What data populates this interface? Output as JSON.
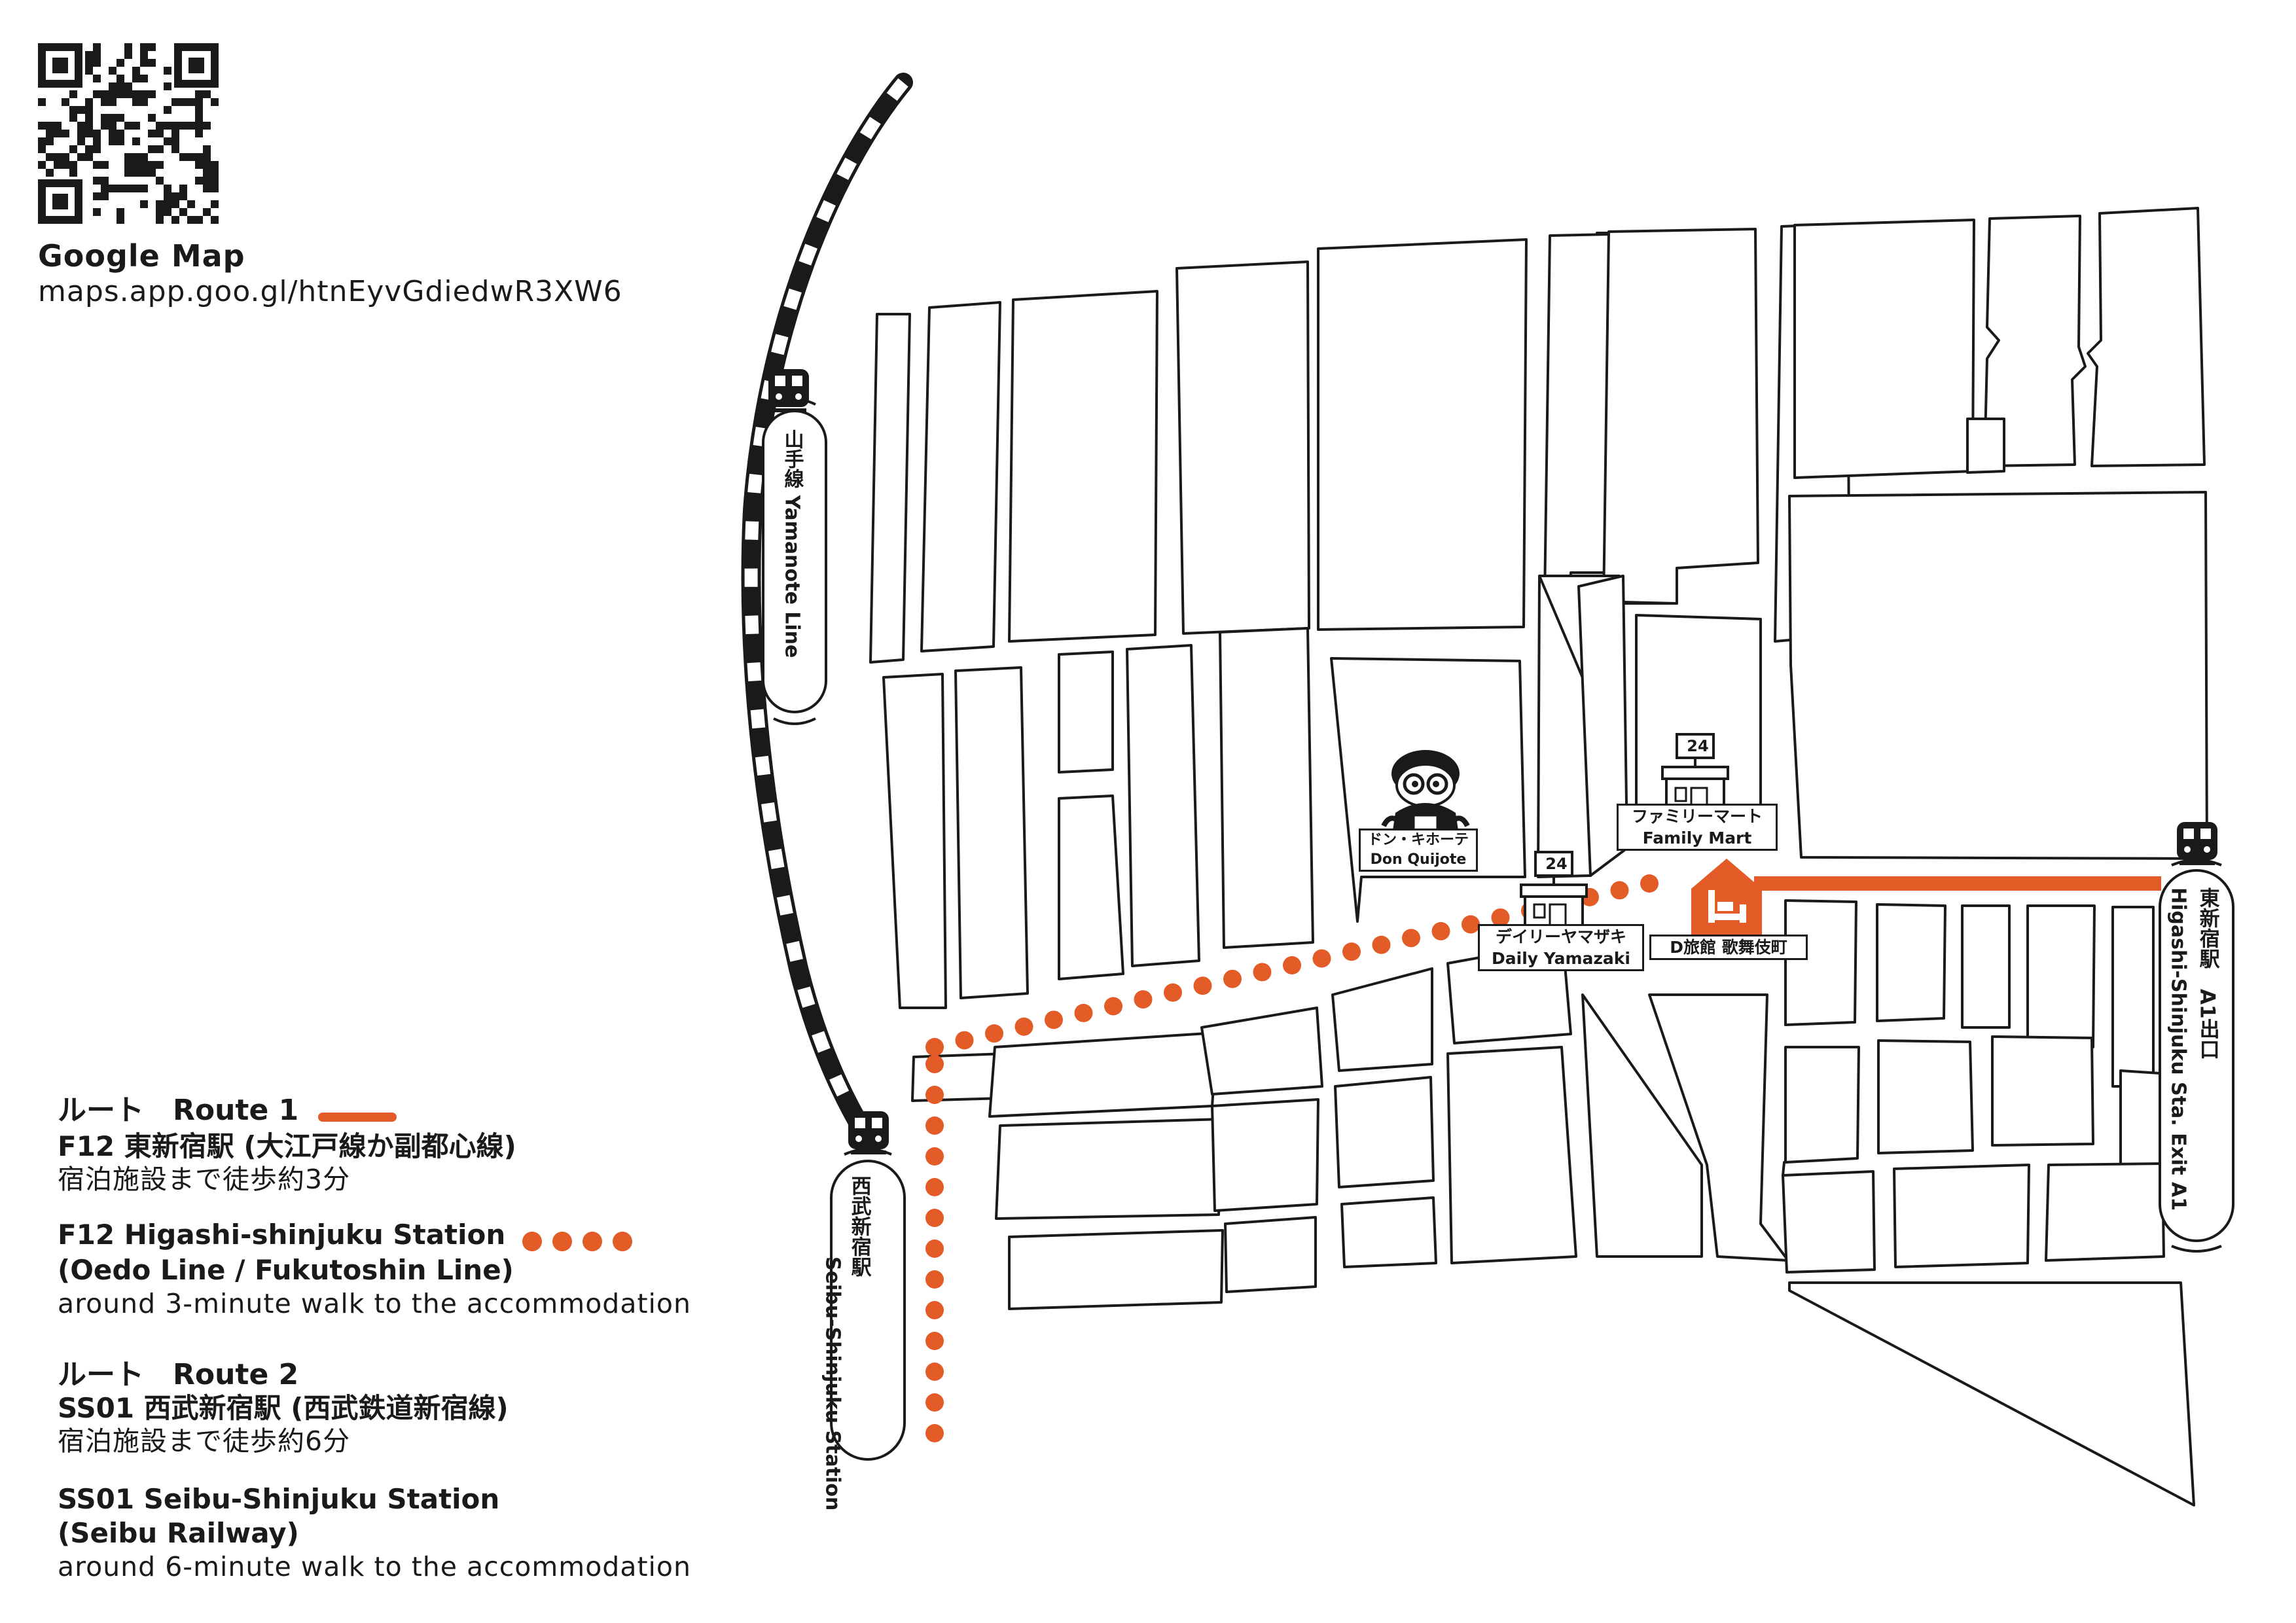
{
  "qr": {
    "title": "Google Map",
    "url": "maps.app.goo.gl/htnEyvGdiedwR3XW6"
  },
  "legend": {
    "route1": {
      "heading": "ルート　Route 1",
      "ja_station": "F12 東新宿駅 (大江戸線か副都心線)",
      "ja_walk": "宿泊施設まで徒歩約3分",
      "en_station": "F12 Higashi-shinjuku Station",
      "en_lines": "(Oedo Line / Fukutoshin Line)",
      "en_walk": "around 3-minute walk to the accommodation"
    },
    "route2": {
      "heading": "ルート　Route 2",
      "ja_station": "SS01 西武新宿駅 (西武鉄道新宿線)",
      "ja_walk": "宿泊施設まで徒歩約6分",
      "en_station": "SS01 Seibu-Shinjuku Station",
      "en_lines": "(Seibu Railway)",
      "en_walk": "around 6-minute walk to the accommodation"
    }
  },
  "stations": {
    "yamanote": "山手線 Yamanote Line",
    "seibu_ja": "西武新宿駅",
    "seibu_en": "Seibu-Shinjuku Station",
    "higashi_ja": "東新宿駅　A1出口",
    "higashi_en": "Higashi-Shinjuku Sta. Exit A1"
  },
  "places": {
    "don_quijote_ja": "ドン・キホーテ",
    "don_quijote_en": "Don Quijote",
    "family_mart_ja": "ファミリーマート",
    "family_mart_en": "Family Mart",
    "daily_yamazaki_ja": "デイリーヤマザキ",
    "daily_yamazaki_en": "Daily Yamazaki",
    "accommodation": "D旅館 歌舞伎町",
    "store_24h": "24"
  },
  "colors": {
    "route": "#e35b26",
    "ink": "#1a1a1a"
  },
  "icons": [
    "qr-code-icon",
    "train-icon",
    "convenience-store-icon",
    "don-quijote-mascot-icon",
    "hotel-bed-icon"
  ]
}
